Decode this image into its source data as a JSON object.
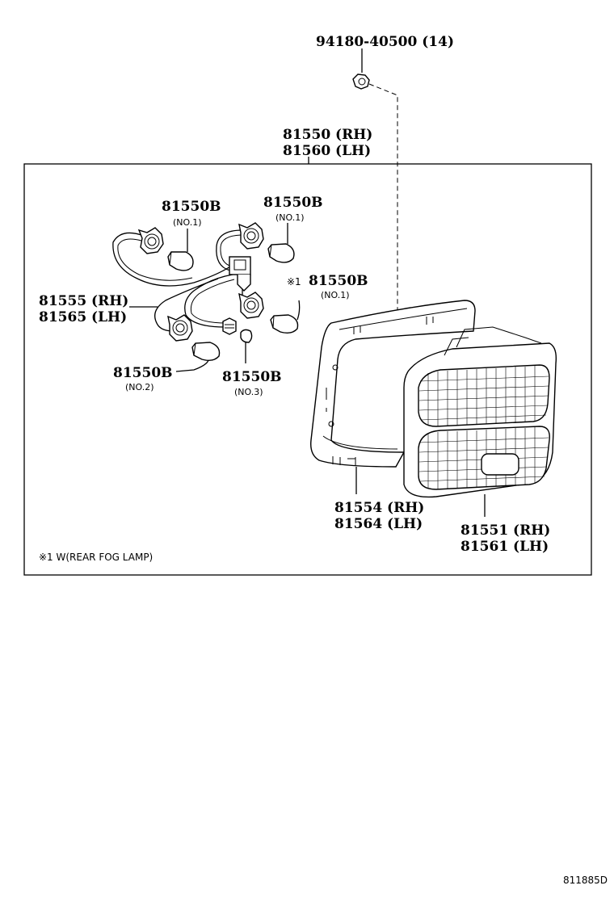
{
  "diagram": {
    "labels": {
      "screw": "94180-40500 (14)",
      "assy_rh": "81550 (RH)",
      "assy_lh": "81560 (LH)",
      "bulb_tl": "81550B",
      "bulb_tl_sub": "(NO.1)",
      "bulb_tr": "81550B",
      "bulb_tr_sub": "(NO.1)",
      "bulb_fog_prefix": "※1",
      "bulb_fog": "81550B",
      "bulb_fog_sub": "(NO.1)",
      "socket_rh": "81555 (RH)",
      "socket_lh": "81565 (LH)",
      "bulb_no2": "81550B",
      "bulb_no2_sub": "(NO.2)",
      "bulb_no3": "81550B",
      "bulb_no3_sub": "(NO.3)",
      "gasket_rh": "81554 (RH)",
      "gasket_lh": "81564 (LH)",
      "lens_rh": "81551 (RH)",
      "lens_lh": "81561 (LH)",
      "footnote": "※1 W(REAR FOG LAMP)",
      "ref_code": "811885D"
    }
  }
}
